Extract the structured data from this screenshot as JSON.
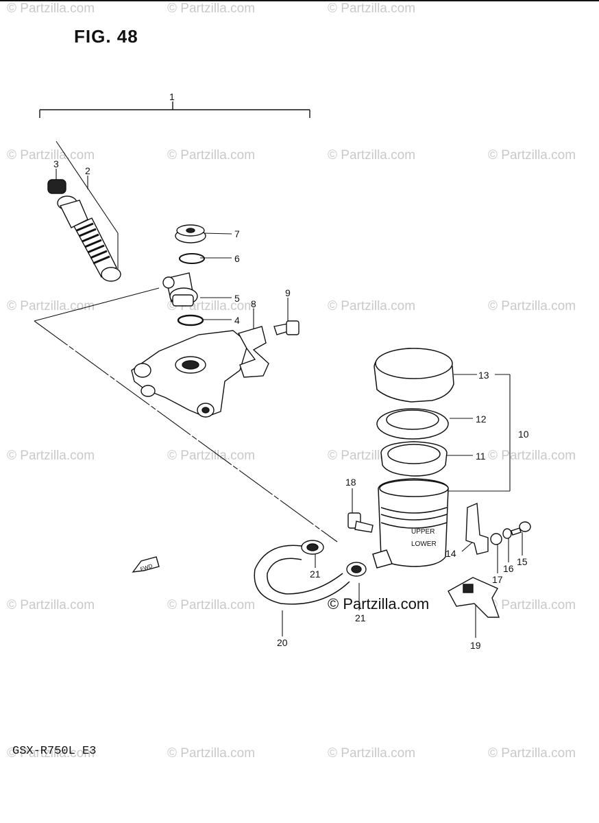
{
  "figure": {
    "title": "FIG. 48",
    "model": "GSX-R750L  E3",
    "source_watermark": "© Partzilla.com"
  },
  "watermarks": [
    "© Partzilla.com",
    "© Partzilla.com",
    "© Partzilla.com",
    "© Partzilla.com",
    "© Partzilla.com",
    "© Partzilla.com",
    "© Partzilla.com",
    "© Partzilla.com",
    "© Partzilla.com",
    "© Partzilla.com",
    "© Partzilla.com",
    "© Partzilla.com",
    "© Partzilla.com",
    "© Partzilla.com",
    "© Partzilla.com",
    "© Partzilla.com",
    "© Partzilla.com",
    "© Partzilla.com",
    "© Partzilla.com",
    "© Partzilla.com",
    "© Partzilla.com",
    "© Partzilla.com",
    "© Partzilla.com"
  ],
  "callouts": {
    "c1": "1",
    "c2": "2",
    "c3": "3",
    "c4": "4",
    "c5": "5",
    "c6": "6",
    "c7": "7",
    "c8": "8",
    "c9": "9",
    "c10": "10",
    "c11": "11",
    "c12": "12",
    "c13": "13",
    "c14": "14",
    "c15": "15",
    "c16": "16",
    "c17": "17",
    "c18": "18",
    "c19": "19",
    "c20": "20",
    "c21a": "21",
    "c21b": "21"
  },
  "reservoir_labels": {
    "upper": "UPPER",
    "lower": "LOWER"
  },
  "fwd_label": "FWD"
}
